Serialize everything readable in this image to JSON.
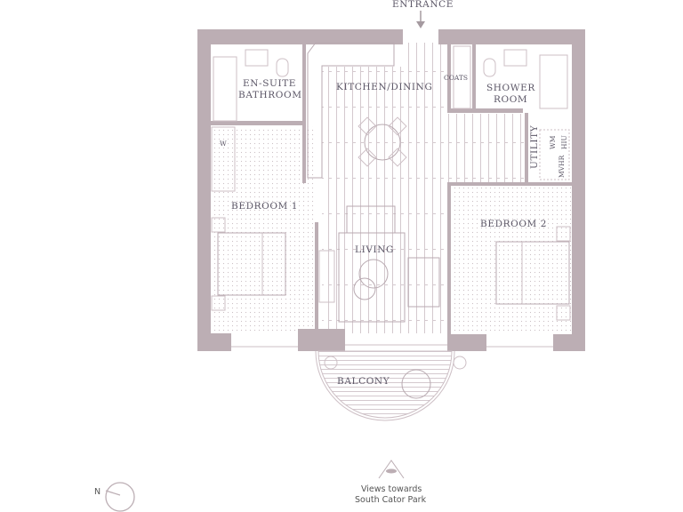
{
  "entrance_label": "ENTRANCE",
  "rooms": {
    "ensuite": [
      "EN-SUITE",
      "BATHROOM"
    ],
    "kitchen": "KITCHEN/DINING",
    "coats": "COATS",
    "shower": [
      "SHOWER",
      "ROOM"
    ],
    "utility": "UTILITY",
    "wm": "WM",
    "hiu": "HIU",
    "mvhr": "MVHR",
    "wardrobe": "W",
    "bedroom1": "BEDROOM 1",
    "bedroom2": "BEDROOM 2",
    "living": "LIVING",
    "balcony": "BALCONY"
  },
  "compass": {
    "label": "N"
  },
  "views": {
    "line1": "Views towards",
    "line2": "South Cator Park"
  },
  "colors": {
    "wall": "#bcaeb4",
    "text": "#5b5666"
  }
}
